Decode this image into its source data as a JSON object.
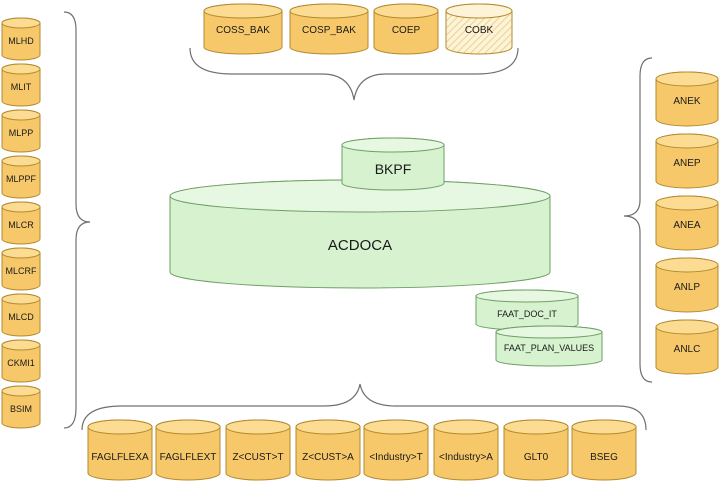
{
  "colors": {
    "orange_fill": "#f7c86a",
    "orange_stroke": "#b28a2c",
    "orange_top": "#fbdc92",
    "green_fill": "#d6f2cf",
    "green_stroke": "#6f9f65",
    "green_top": "#e7f8e2",
    "brace": "#707070"
  },
  "top_tables": [
    {
      "label": "COSS_BAK",
      "style": "solid"
    },
    {
      "label": "COSP_BAK",
      "style": "solid"
    },
    {
      "label": "COEP",
      "style": "solid"
    },
    {
      "label": "COBK",
      "style": "hatched"
    }
  ],
  "left_tables": [
    "MLHD",
    "MLIT",
    "MLPP",
    "MLPPF",
    "MLCR",
    "MLCRF",
    "MLCD",
    "CKMI1",
    "BSIM"
  ],
  "right_tables": [
    "ANEK",
    "ANEP",
    "ANEA",
    "ANLP",
    "ANLC"
  ],
  "bottom_tables": [
    "FAGLFLEXA",
    "FAGLFLEXT",
    "Z<CUST>T",
    "Z<CUST>A",
    "<Industry>T",
    "<Industry>A",
    "GLT0",
    "BSEG"
  ],
  "center": {
    "main": "ACDOCA",
    "header": "BKPF",
    "sub": [
      "FAAT_DOC_IT",
      "FAAT_PLAN_VALUES"
    ]
  }
}
